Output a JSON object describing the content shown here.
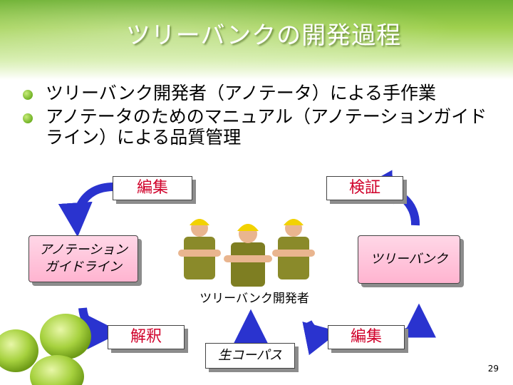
{
  "slide": {
    "title": "ツリーバンクの開発過程",
    "bullets": [
      "ツリーバンク開発者（アノテータ）による手作業",
      "アノテータのためのマニュアル（アノテーションガイドライン）による品質管理"
    ],
    "page_number": "29"
  },
  "diagram": {
    "edit_top": "編集",
    "verify": "検証",
    "guidelines_line1": "アノテーション",
    "guidelines_line2": "ガイドライン",
    "treebank": "ツリーバンク",
    "developers_caption": "ツリーバンク開発者",
    "analysis": "解釈",
    "raw_corpus": "生コーパス",
    "edit_bottom": "編集"
  },
  "colors": {
    "arrow": "#2a33cf",
    "box_text": "#d0002a",
    "pink_box": "#ffc3da",
    "header_green": "#8cc63f"
  },
  "icons": [
    "bullet-dot-icon",
    "arrow-icon",
    "worker-illustration",
    "apple-illustration"
  ]
}
